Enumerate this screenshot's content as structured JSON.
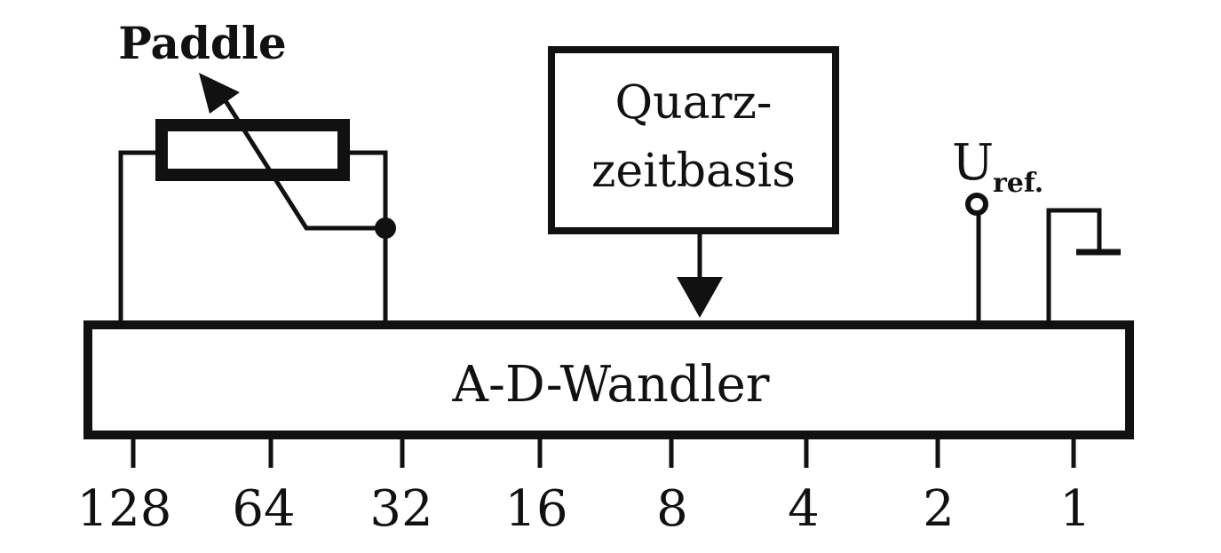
{
  "diagram": {
    "paddle_label": "Paddle",
    "quartz_label_line1": "Quarz-",
    "quartz_label_line2": "zeitbasis",
    "uref_label_main": "U",
    "uref_label_sub": "ref.",
    "converter_label": "A-D-Wandler",
    "bit_labels": [
      "128",
      "64",
      "32",
      "16",
      "8",
      "4",
      "2",
      "1"
    ]
  },
  "colors": {
    "ink": "#111111",
    "background": "#ffffff"
  },
  "icons": {
    "variable_resistor": "potentiometer-icon",
    "ground": "ground-symbol-icon",
    "reference_terminal": "terminal-icon",
    "signal_arrow": "arrow-down-icon"
  }
}
